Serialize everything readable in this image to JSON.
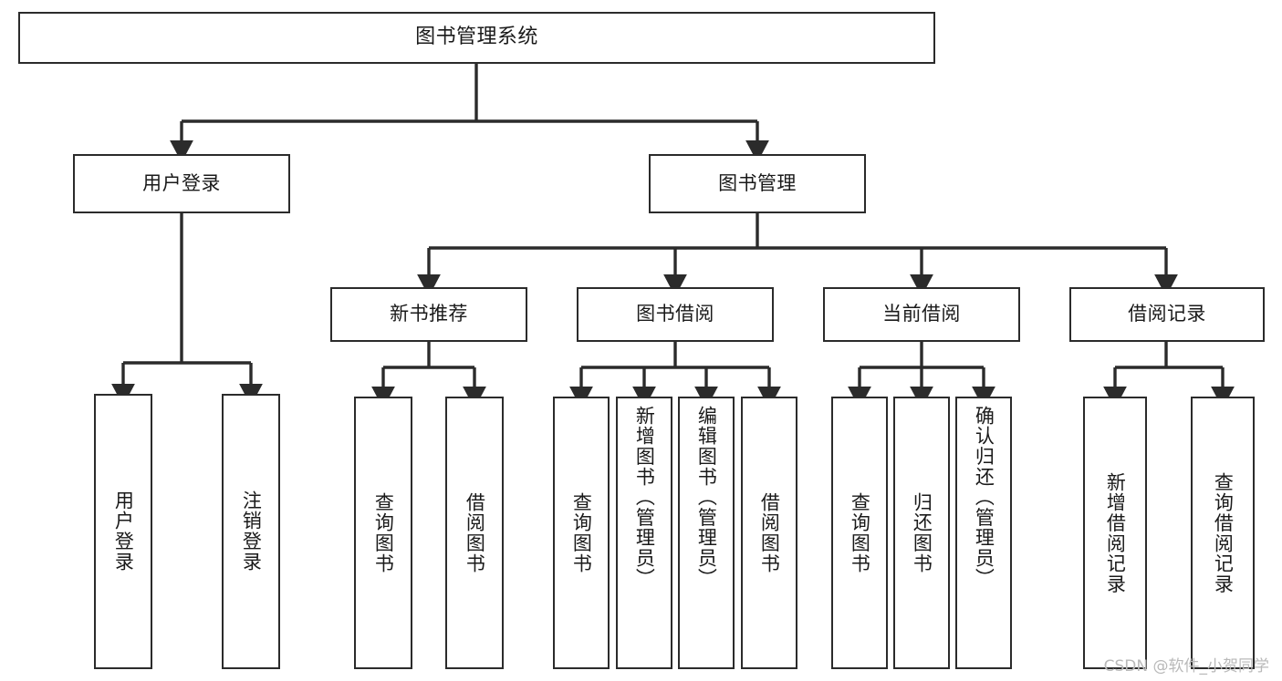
{
  "diagram": {
    "type": "tree",
    "title": "图书管理系统",
    "watermark": "CSDN @软件_小贺同学",
    "colors": {
      "background": "#ffffff",
      "node_border": "#2b2b2b",
      "node_fill": "#ffffff",
      "edge": "#2b2b2b",
      "text": "#1a1a1a",
      "watermark": "#b9b9b9"
    },
    "nodes": {
      "root": {
        "label": "图书管理系统"
      },
      "user_login": {
        "label": "用户登录"
      },
      "book_manage": {
        "label": "图书管理"
      },
      "new_book_rec": {
        "label": "新书推荐"
      },
      "book_borrow": {
        "label": "图书借阅"
      },
      "current_borrow": {
        "label": "当前借阅"
      },
      "borrow_record": {
        "label": "借阅记录"
      },
      "leaf_user_login": {
        "label": "用户登录"
      },
      "leaf_logout": {
        "label": "注销登录"
      },
      "leaf_query_book_1": {
        "label": "查询图书"
      },
      "leaf_borrow_book_1": {
        "label": "借阅图书"
      },
      "leaf_query_book_2": {
        "label": "查询图书"
      },
      "leaf_add_book": {
        "label": "新增图书（管理员）"
      },
      "leaf_edit_book": {
        "label": "编辑图书（管理员）"
      },
      "leaf_borrow_book_2": {
        "label": "借阅图书"
      },
      "leaf_query_book_3": {
        "label": "查询图书"
      },
      "leaf_return_book": {
        "label": "归还图书"
      },
      "leaf_confirm_return": {
        "label": "确认归还（管理员）"
      },
      "leaf_add_record": {
        "label": "新增借阅记录"
      },
      "leaf_query_record": {
        "label": "查询借阅记录"
      }
    },
    "edges": [
      {
        "from": "root",
        "to": "user_login"
      },
      {
        "from": "root",
        "to": "book_manage"
      },
      {
        "from": "user_login",
        "to": "leaf_user_login"
      },
      {
        "from": "user_login",
        "to": "leaf_logout"
      },
      {
        "from": "book_manage",
        "to": "new_book_rec"
      },
      {
        "from": "book_manage",
        "to": "book_borrow"
      },
      {
        "from": "book_manage",
        "to": "current_borrow"
      },
      {
        "from": "book_manage",
        "to": "borrow_record"
      },
      {
        "from": "new_book_rec",
        "to": "leaf_query_book_1"
      },
      {
        "from": "new_book_rec",
        "to": "leaf_borrow_book_1"
      },
      {
        "from": "book_borrow",
        "to": "leaf_query_book_2"
      },
      {
        "from": "book_borrow",
        "to": "leaf_add_book"
      },
      {
        "from": "book_borrow",
        "to": "leaf_edit_book"
      },
      {
        "from": "book_borrow",
        "to": "leaf_borrow_book_2"
      },
      {
        "from": "current_borrow",
        "to": "leaf_query_book_3"
      },
      {
        "from": "current_borrow",
        "to": "leaf_return_book"
      },
      {
        "from": "current_borrow",
        "to": "leaf_confirm_return"
      },
      {
        "from": "borrow_record",
        "to": "leaf_add_record"
      },
      {
        "from": "borrow_record",
        "to": "leaf_query_record"
      }
    ]
  }
}
